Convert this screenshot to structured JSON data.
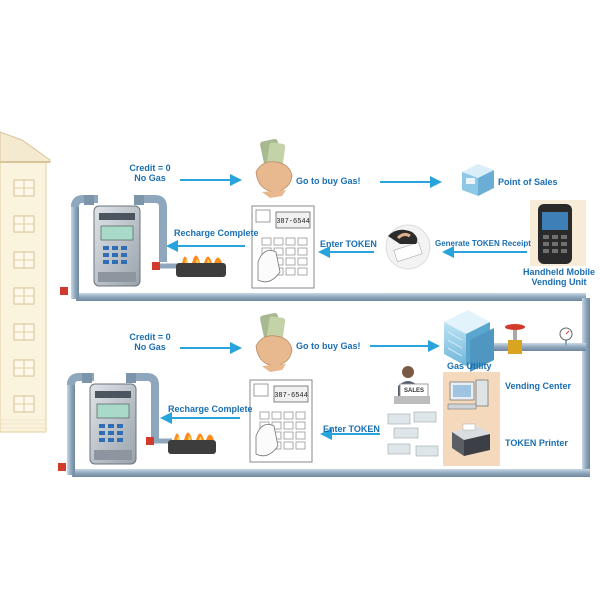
{
  "top_flow": {
    "status_line1": "Credit = 0",
    "status_line2": "No Gas",
    "buy_label": "Go to buy Gas!",
    "pos_label": "Point of Sales",
    "recharge_label": "Recharge Complete",
    "enter_label": "Enter TOKEN",
    "receipt_label": "Generate TOKEN Receipt",
    "handheld_line1": "Handheld Mobile",
    "handheld_line2": "Vending Unit"
  },
  "bottom_flow": {
    "status_line1": "Credit = 0",
    "status_line2": "No Gas",
    "buy_label": "Go to buy Gas!",
    "utility_label": "Gas Utility",
    "recharge_label": "Recharge Complete",
    "enter_label": "Enter TOKEN",
    "vending_center_label": "Vending Center",
    "printer_label": "TOKEN Printer",
    "sales_sign": "SALES"
  },
  "keypad": {
    "display_text": "387-6544"
  },
  "colors": {
    "label_blue": "#1a6fb3",
    "pipe": "#8ea7bd",
    "arrow": "#29a3dc",
    "building": "#e9d6a8",
    "highlight": "#f4d9bc"
  },
  "icons": [
    "house-icon",
    "gas-meter-icon",
    "burner-icon",
    "money-hand-icon",
    "keypad-icon",
    "card-hand-icon",
    "pos-terminal-icon",
    "handheld-device-icon",
    "gas-utility-building-icon",
    "valve-icon",
    "gauge-icon",
    "cashier-icon",
    "computer-icon",
    "token-printer-icon"
  ]
}
